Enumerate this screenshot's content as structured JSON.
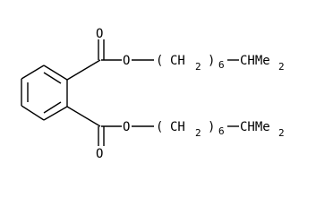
{
  "molecule": {
    "carbonyl_oxygen_label": "O",
    "ester_oxygen_label": "O",
    "chain_open_paren": "(",
    "chain_group": "CH",
    "chain_h_subscript": "2",
    "chain_close_paren": ")",
    "chain_repeat_subscript": "6",
    "terminal_group": "CHMe",
    "terminal_subscript": "2"
  }
}
